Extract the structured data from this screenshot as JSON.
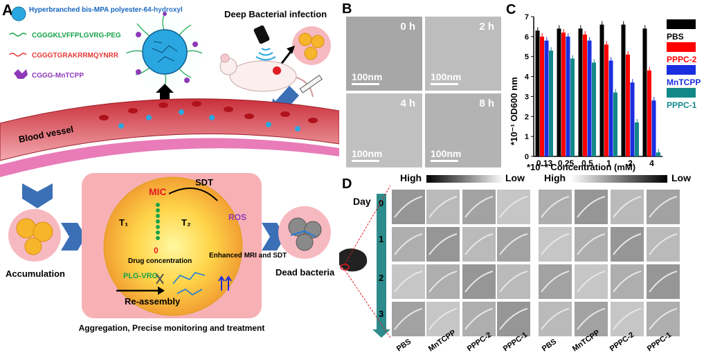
{
  "panel_a": {
    "label": "A",
    "legend": {
      "polymer": "Hyperbranched bis-MPA polyester-64-hydroxyl",
      "peg_seq": "CGGGKLVFFPLGVRG-PEG",
      "grak_seq": "CGGGTGRAKRRMQYNRR",
      "mntcpp": "CGGG-MnTCPP"
    },
    "infection": "Deep Bacterial infection",
    "blood_vessel": "Blood vessel",
    "accumulation": "Accumulation",
    "mic": "MIC",
    "t1": "T₁",
    "t2": "T₂",
    "zero": "0",
    "drug_conc": "Drug concentration",
    "sdt": "SDT",
    "ros": "ROS",
    "plgvrg": "PLG-VRG",
    "reassembly": "Re-assembly",
    "enhanced": "Enhanced MRI and SDT",
    "dead": "Dead bacteria",
    "aggregation": "Aggregation, Precise monitoring and treatment"
  },
  "panel_b": {
    "label": "B",
    "images": [
      {
        "time": "0 h",
        "scale": "100nm"
      },
      {
        "time": "2 h",
        "scale": "100nm"
      },
      {
        "time": "4 h",
        "scale": "100nm"
      },
      {
        "time": "8 h",
        "scale": "100nm"
      }
    ]
  },
  "panel_c": {
    "label": "C",
    "chart_data": {
      "type": "bar",
      "categories": [
        "0.13",
        "0.25",
        "0.5",
        "1",
        "2",
        "4"
      ],
      "series": [
        {
          "name": "PBS",
          "color": "#000000",
          "values": [
            6.3,
            6.4,
            6.4,
            6.6,
            6.6,
            6.4
          ]
        },
        {
          "name": "PPPC-2",
          "color": "#ff0000",
          "values": [
            6.0,
            6.2,
            6.1,
            5.6,
            5.1,
            4.3
          ]
        },
        {
          "name": "MnTCPP",
          "color": "#1a2ee0",
          "values": [
            5.8,
            6.0,
            5.8,
            4.8,
            3.7,
            2.8
          ]
        },
        {
          "name": "PPPC-1",
          "color": "#138888",
          "values": [
            5.3,
            4.9,
            4.7,
            3.2,
            1.7,
            0.2
          ]
        }
      ],
      "ylabel": "*10⁻¹ OD600 nm",
      "xlabel": "*10⁻² Concentration (mM)",
      "ylim": [
        0,
        7
      ],
      "yticks": [
        "0",
        "1",
        "2",
        "3",
        "4",
        "5",
        "6",
        "7"
      ]
    }
  },
  "panel_d": {
    "label": "D",
    "bar_high": "High",
    "bar_low": "Low",
    "day_label": "Day",
    "days": [
      "0",
      "1",
      "2",
      "3"
    ],
    "columns": [
      "PBS",
      "MnTCPP",
      "PPPC-2",
      "PPPC-1"
    ]
  }
}
